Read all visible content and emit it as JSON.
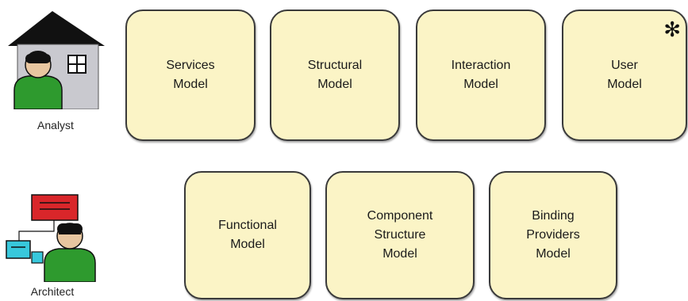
{
  "actors": {
    "analyst": {
      "label": "Analyst",
      "icon": "analyst-house-person-icon"
    },
    "architect": {
      "label": "Architect",
      "icon": "architect-screens-person-icon"
    }
  },
  "analyst_models": [
    {
      "label": "Services\nModel"
    },
    {
      "label": "Structural\nModel"
    },
    {
      "label": "Interaction\nModel"
    },
    {
      "label": "User\nModel",
      "marker": "✻"
    }
  ],
  "architect_models": [
    {
      "label": "Functional\nModel"
    },
    {
      "label": "Component\nStructure\nModel"
    },
    {
      "label": "Binding\nProviders\nModel"
    }
  ],
  "colors": {
    "model_fill": "#fbf4c6",
    "model_border": "#3a3a3a",
    "person_body": "#2e9a2e",
    "house_roof": "#111111",
    "house_wall": "#c9c9cf",
    "screen_red": "#d9262a",
    "screen_cyan": "#38c8dc"
  }
}
